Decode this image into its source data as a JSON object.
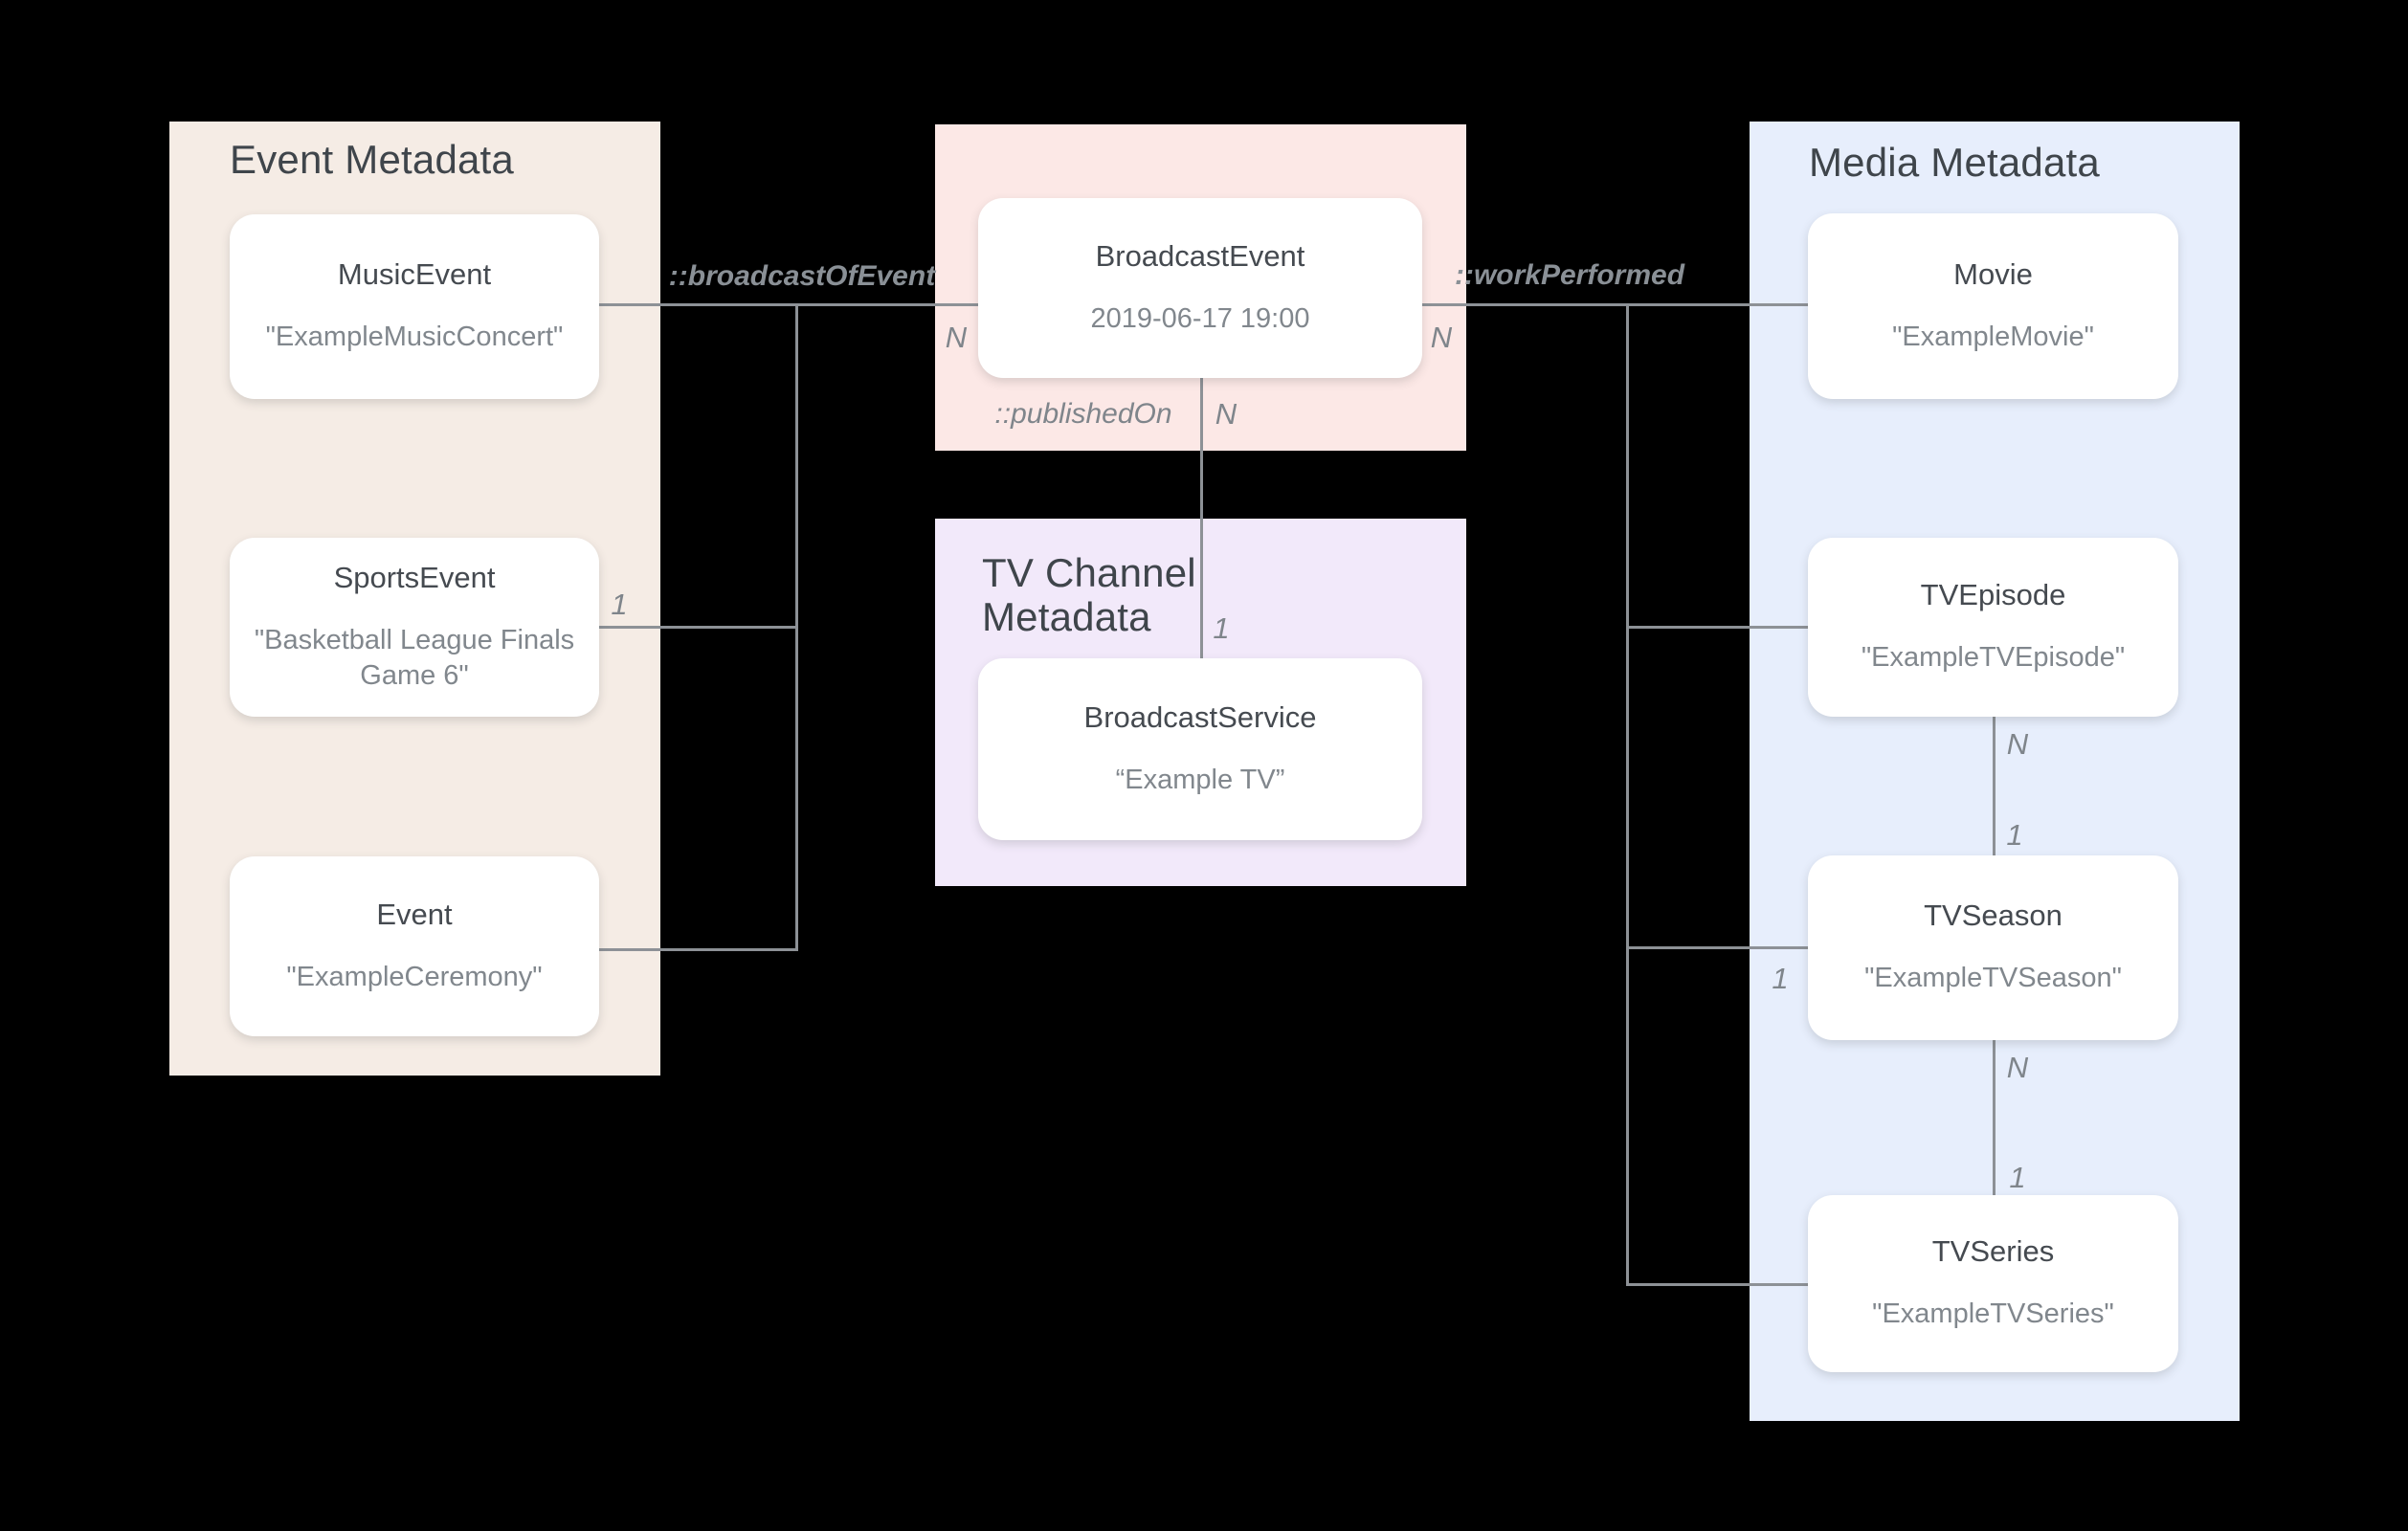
{
  "colors": {
    "background": "#000000",
    "panel_event": "#f5ece5",
    "panel_broadcast": "#fce8e6",
    "panel_tv_channel": "#f2e9fa",
    "panel_media": "#e7eefc",
    "card_bg": "#ffffff",
    "heading_text": "#3f454b",
    "card_title_text": "#454a50",
    "card_value_text": "#81878d",
    "connector_line": "#8d9196",
    "relation_label_text": "#8a9096",
    "cardinality_text": "#7f858b"
  },
  "panels": {
    "event": {
      "title": "Event Metadata"
    },
    "tv_channel": {
      "title": "TV Channel Metadata"
    },
    "media": {
      "title": "Media Metadata"
    }
  },
  "nodes": {
    "music_event": {
      "type": "MusicEvent",
      "value": "\"ExampleMusicConcert\""
    },
    "sports_event": {
      "type": "SportsEvent",
      "value": "\"Basketball League Finals Game 6\""
    },
    "event": {
      "type": "Event",
      "value": "\"ExampleCeremony\""
    },
    "broadcast_event": {
      "type": "BroadcastEvent",
      "value": "2019-06-17 19:00"
    },
    "broadcast_service": {
      "type": "BroadcastService",
      "value": "“Example TV”"
    },
    "movie": {
      "type": "Movie",
      "value": "\"ExampleMovie\""
    },
    "tv_episode": {
      "type": "TVEpisode",
      "value": "\"ExampleTVEpisode\""
    },
    "tv_season": {
      "type": "TVSeason",
      "value": "\"ExampleTVSeason\""
    },
    "tv_series": {
      "type": "TVSeries",
      "value": "\"ExampleTVSeries\""
    }
  },
  "relations": {
    "broadcast_of_event": "::broadcastOfEvent",
    "work_performed": "::workPerformed",
    "published_on": "::publishedOn"
  },
  "cardinalities": {
    "n_broadcast_left": "N",
    "n_broadcast_right": "N",
    "one_sports": "1",
    "n_published": "N",
    "one_published": "1",
    "one_tvseason": "1",
    "n_episode_season": "N",
    "one_episode_season": "1",
    "n_season_series": "N",
    "one_season_series": "1"
  }
}
